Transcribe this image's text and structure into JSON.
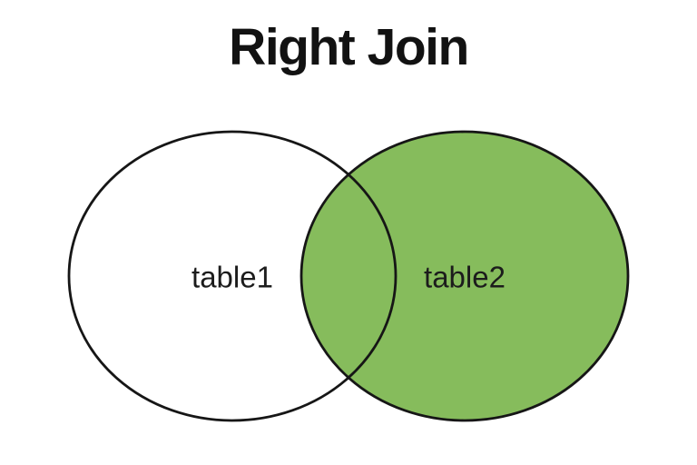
{
  "title": "Right Join",
  "venn": {
    "outline_color": "#161616",
    "outline_width": "2.8",
    "background": "#ffffff",
    "left_circle": {
      "label": "table1",
      "fill": "none"
    },
    "right_circle": {
      "label": "table2",
      "fill": "#86BC5C"
    }
  }
}
